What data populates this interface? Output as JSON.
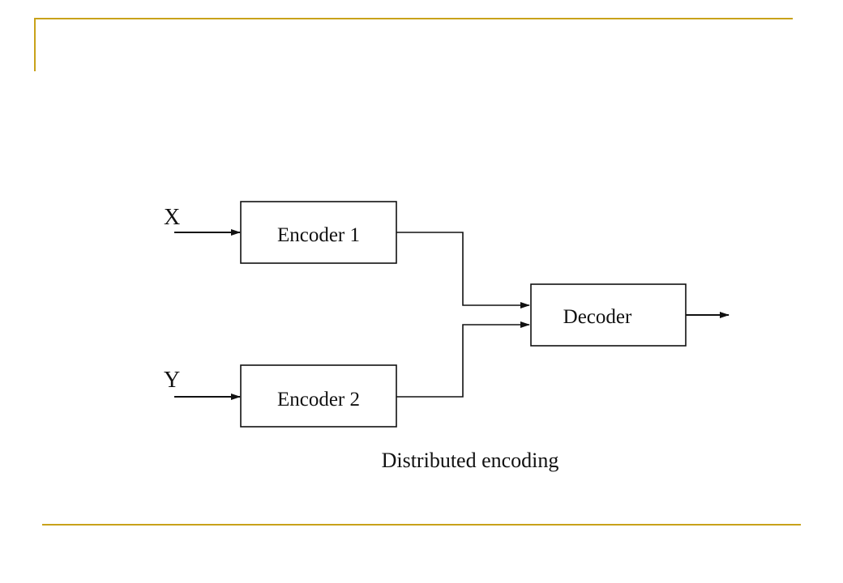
{
  "slide": {
    "accent_color": "#c8a21a"
  },
  "diagram": {
    "inputs": {
      "x_label": "X",
      "y_label": "Y"
    },
    "blocks": {
      "encoder1": "Encoder 1",
      "encoder2": "Encoder 2",
      "decoder": "Decoder"
    },
    "caption": "Distributed encoding"
  }
}
